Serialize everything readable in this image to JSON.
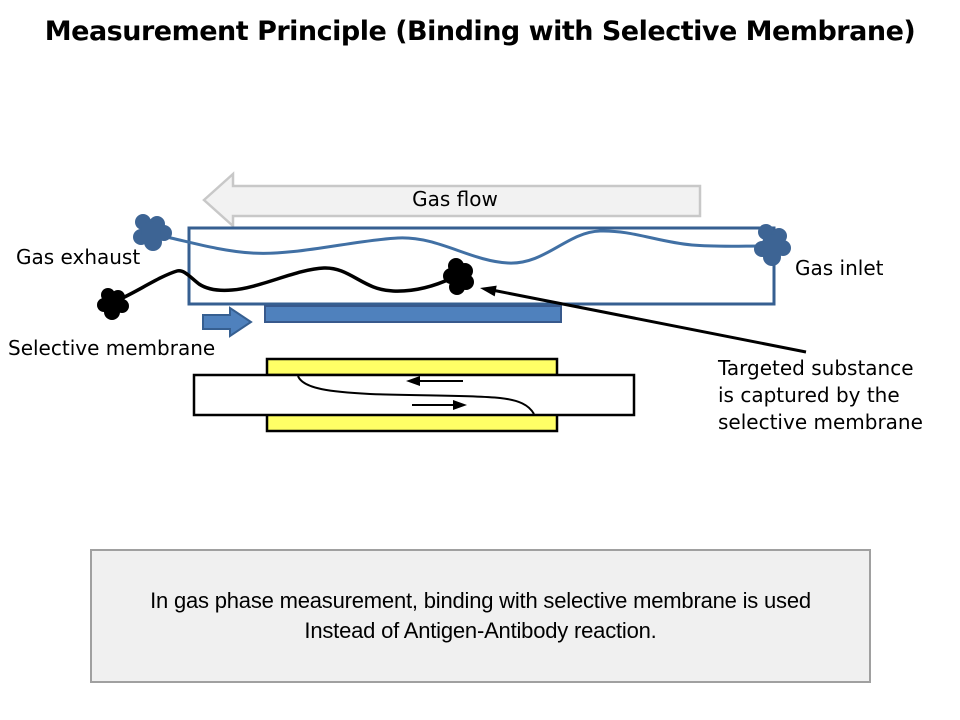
{
  "slide": {
    "title": "Measurement Principle (Binding with Selective Membrane)",
    "diagram": {
      "gas_flow_label": "Gas flow",
      "gas_exhaust_label": "Gas exhaust",
      "gas_inlet_label": "Gas inlet",
      "selective_membrane_label": "Selective membrane",
      "annotation": {
        "line1": "Targeted substance",
        "line2": "is captured by the",
        "line3": "selective membrane"
      }
    },
    "note": {
      "line1": "In gas phase measurement, binding with selective membrane is used",
      "line2": "Instead of Antigen-Antibody reaction."
    },
    "colors": {
      "channel_border": "#365F91",
      "gas_line_blue": "#4170A4",
      "gas_blob_blue": "#3D6494",
      "membrane_fill": "#4F81BD",
      "membrane_border": "#38598C",
      "heater_yellow": "#FFFF66",
      "flow_arrow_fill": "#F2F2F2",
      "flow_arrow_border": "#C8C8C8",
      "note_fill": "#F0F0F0",
      "note_border": "#A0A0A0",
      "ink": "#000000"
    }
  }
}
